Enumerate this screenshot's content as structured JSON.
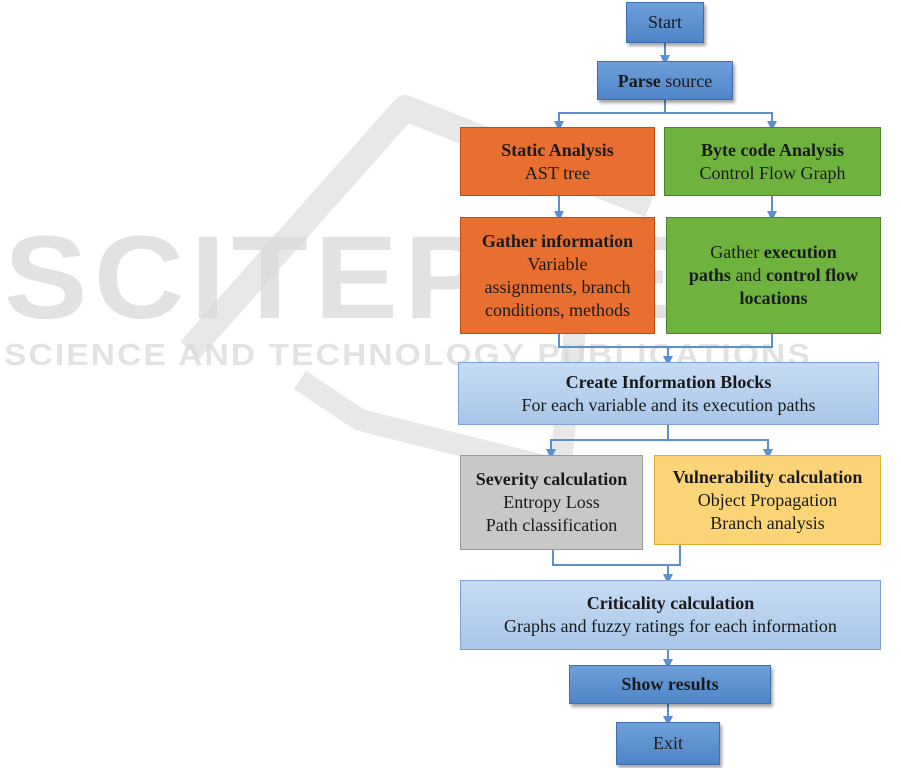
{
  "watermark": {
    "main_text": "SCITEPRESS",
    "sub_text": "SCIENCE AND TECHNOLOGY PUBLICATIONS"
  },
  "flowchart": {
    "start": "Start",
    "parse": {
      "bold": "Parse",
      "rest": " source"
    },
    "static_analysis": {
      "title": "Static Analysis",
      "detail": "AST tree"
    },
    "bytecode_analysis": {
      "title": "Byte code Analysis",
      "detail": "Control Flow Graph"
    },
    "gather_info": {
      "title": "Gather information",
      "lines": [
        "Variable",
        "assignments, branch",
        "conditions, methods"
      ]
    },
    "gather_exec": {
      "p1": "Gather ",
      "b1": "execution",
      "b2": "paths",
      "p2": " and ",
      "b3": "control flow",
      "b4": "locations"
    },
    "info_blocks": {
      "title": "Create Information Blocks",
      "detail": "For each variable and its execution paths"
    },
    "severity": {
      "title": "Severity calculation",
      "lines": [
        "Entropy Loss",
        "Path classification"
      ]
    },
    "vulnerability": {
      "title": "Vulnerability calculation",
      "lines": [
        "Object Propagation",
        "Branch analysis"
      ]
    },
    "criticality": {
      "title": "Criticality calculation",
      "detail": "Graphs and fuzzy ratings for each information"
    },
    "show_results": "Show results",
    "exit": "Exit"
  },
  "colors": {
    "arrow": "#5b8fd0",
    "static_fill": "#e86f30",
    "bytecode_fill": "#6fb33f",
    "severity_fill": "#c8c8c8",
    "vulnerability_fill": "#fbd477",
    "light_blue_fill": "#b7d0ee",
    "dark_blue_fill": "#5b8fd0"
  }
}
